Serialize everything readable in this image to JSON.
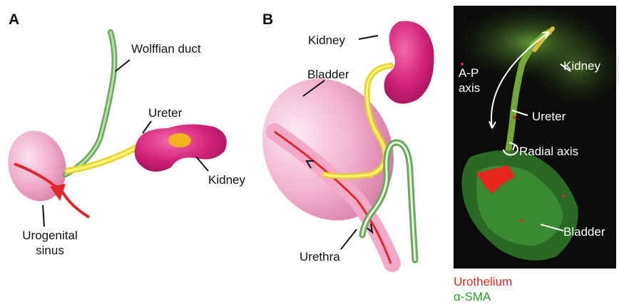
{
  "panels": {
    "a": {
      "letter": "A",
      "labels": {
        "wolffian_duct": "Wolffian duct",
        "ureter": "Ureter",
        "kidney": "Kidney",
        "urogenital_line1": "Urogenital",
        "urogenital_line2": "sinus"
      }
    },
    "b": {
      "letter": "B",
      "labels": {
        "kidney": "Kidney",
        "bladder": "Bladder",
        "urethra": "Urethra"
      }
    },
    "c": {
      "letter": "C",
      "labels": {
        "ap_line1": "A-P",
        "ap_line2": "axis",
        "kidney": "Kidney",
        "ureter": "Ureter",
        "radial_axis": "Radial axis",
        "bladder": "Bladder"
      }
    }
  },
  "legend": {
    "urothelium": "Urothelium",
    "sma": "α-SMA",
    "urothelium_color": "#e8251f",
    "sma_color": "#2f9a33"
  },
  "colors": {
    "kidney": "#d3237a",
    "bladder_pink": "#f2b3cf",
    "ureter_yellow": "#f3e13a",
    "duct_green": "#7cc06a",
    "urethra_red": "#e0262b",
    "micrograph_bg": "#0a0a0a"
  }
}
